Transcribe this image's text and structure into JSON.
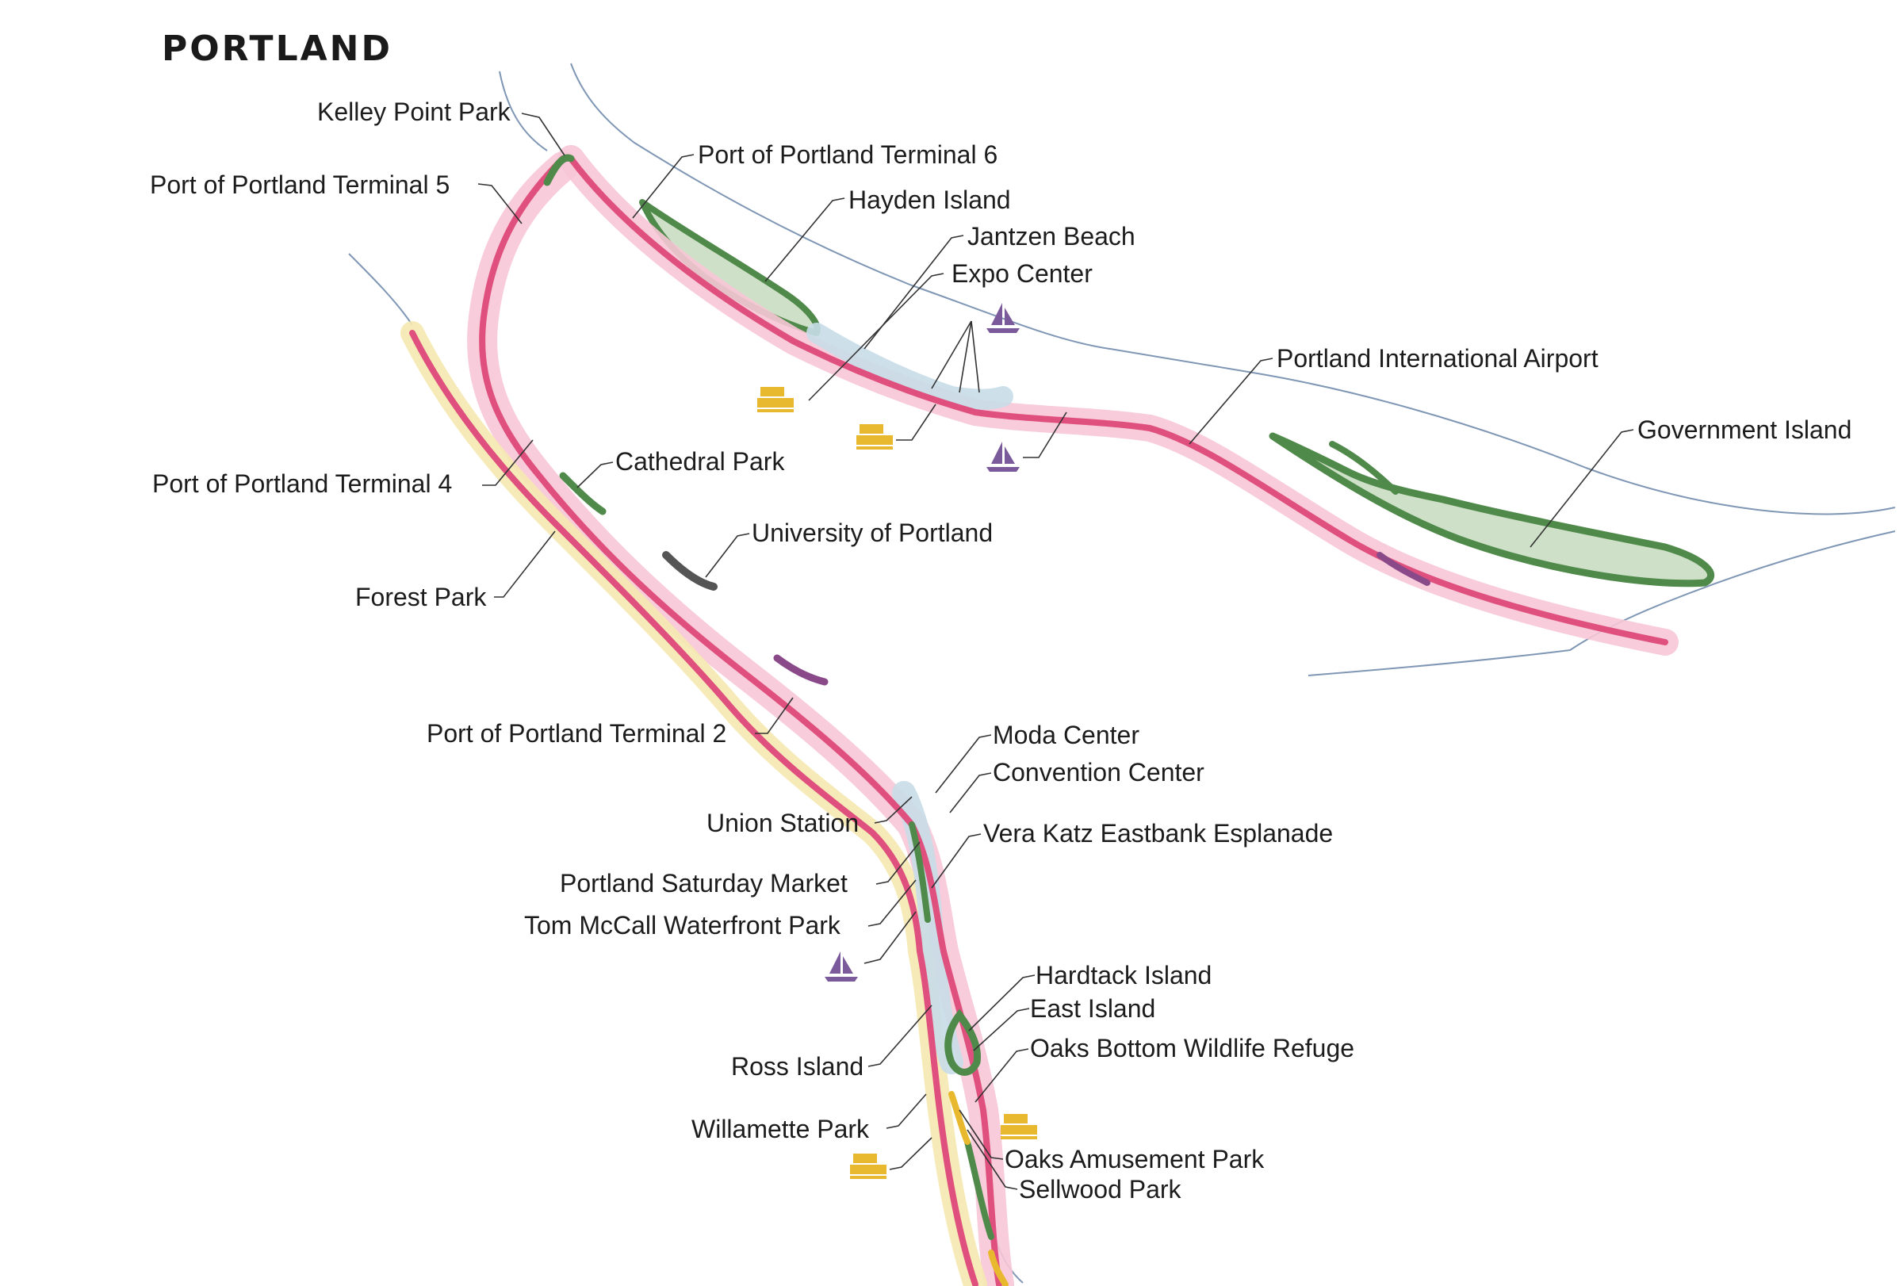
{
  "title": "PORTLAND",
  "colors": {
    "shore_pink": "#e0507f",
    "shore_pink_halo": "#f7c6d6",
    "park_green": "#4f8a4a",
    "park_fill": "#cfe0c8",
    "shore_blue_halo": "#c8dde8",
    "shore_yellow": "#e8b92e",
    "shore_yellow_halo": "#f5e9b0",
    "shore_purple": "#8a4a8a",
    "shore_grey": "#555555",
    "riverbank": "#7f97b5",
    "sailboat_icon": "#7a5a9a",
    "ferry_icon": "#e8b92e"
  },
  "icons": {
    "sailboat": "sailboat-icon",
    "ferry": "ferry-boat-icon"
  },
  "labels": {
    "kelley_point_park": "Kelley Point Park",
    "terminal_5": "Port of Portland Terminal 5",
    "terminal_6": "Port of Portland Terminal 6",
    "hayden_island": "Hayden Island",
    "jantzen_beach": "Jantzen Beach",
    "expo_center": "Expo Center",
    "airport": "Portland International Airport",
    "government_island": "Government Island",
    "terminal_4": "Port of Portland Terminal 4",
    "cathedral_park": "Cathedral Park",
    "university": "University of Portland",
    "forest_park": "Forest Park",
    "terminal_2": "Port of Portland Terminal 2",
    "moda_center": "Moda Center",
    "convention_center": "Convention Center",
    "union_station": "Union Station",
    "esplanade": "Vera Katz Eastbank Esplanade",
    "saturday_market": "Portland Saturday Market",
    "mccall_park": "Tom McCall Waterfront Park",
    "hardtack_island": "Hardtack Island",
    "east_island": "East Island",
    "oaks_bottom": "Oaks Bottom Wildlife Refuge",
    "ross_island": "Ross Island",
    "willamette_park": "Willamette Park",
    "oaks_amusement": "Oaks Amusement Park",
    "sellwood_park": "Sellwood Park"
  }
}
